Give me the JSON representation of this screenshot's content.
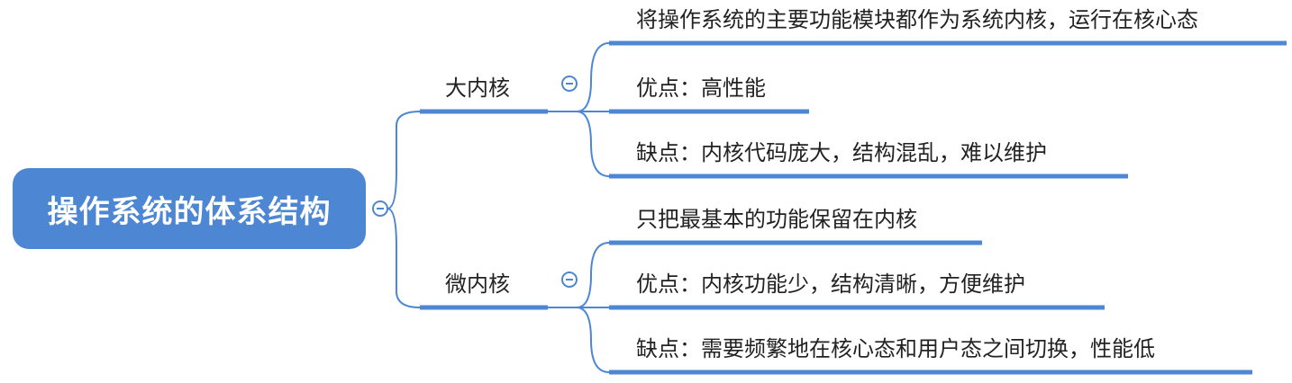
{
  "root": {
    "title": "操作系统的体系结构"
  },
  "branches": [
    {
      "label": "大内核",
      "children": [
        "将操作系统的主要功能模块都作为系统内核，运行在核心态",
        "优点：高性能",
        "缺点：内核代码庞大，结构混乱，难以维护"
      ]
    },
    {
      "label": "微内核",
      "children": [
        "只把最基本的功能保留在内核",
        "优点：内核功能少，结构清晰，方便维护",
        "缺点：需要频繁地在核心态和用户态之间切换，性能低"
      ]
    }
  ],
  "colors": {
    "accent": "#4d87d3",
    "node_fill": "#4d87d3",
    "root_text": "#ffffff"
  }
}
